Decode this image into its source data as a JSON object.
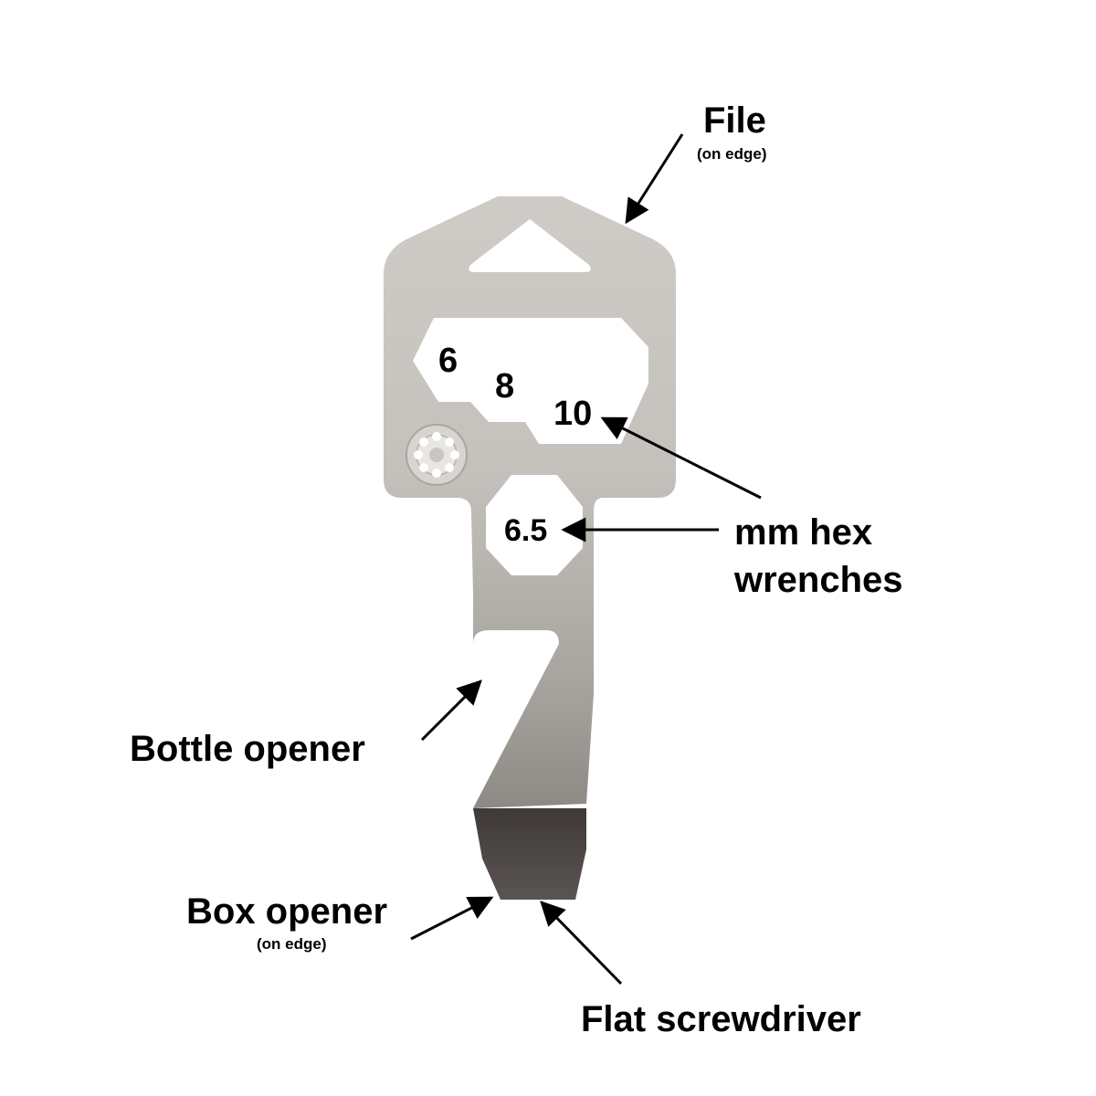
{
  "labels": {
    "file": {
      "title": "File",
      "note": "(on edge)"
    },
    "hex": {
      "line1": "mm hex",
      "line2": "wrenches"
    },
    "bottle": {
      "title": "Bottle opener"
    },
    "box": {
      "title": "Box opener",
      "note": "(on edge)"
    },
    "screwdriver": {
      "title": "Flat screwdriver"
    }
  },
  "wrench_sizes": [
    "6",
    "8",
    "10",
    "6.5"
  ],
  "colors": {
    "background": "#ffffff",
    "steel_light": "#c9c5c0",
    "steel_dark": "#8d8984",
    "blade": "#4a4542",
    "text": "#000000"
  },
  "icons": [
    "gear-badge-icon"
  ]
}
